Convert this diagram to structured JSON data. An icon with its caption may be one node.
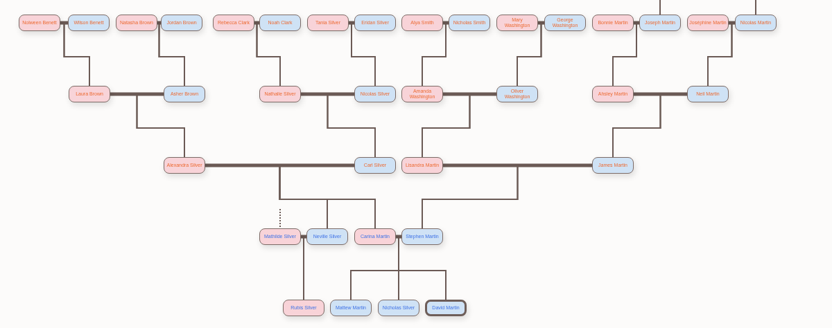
{
  "diagram": {
    "nodes": [
      {
        "text": [
          "Nolween Benett"
        ]
      },
      {
        "text": [
          "Wilson Benett"
        ]
      },
      {
        "text": [
          "Natasha Brown"
        ]
      },
      {
        "text": [
          "Jordan Brown"
        ]
      },
      {
        "text": [
          "Rebecca Clark"
        ]
      },
      {
        "text": [
          "Noah Clark"
        ]
      },
      {
        "text": [
          "Tania Silver"
        ]
      },
      {
        "text": [
          "Eridan Silver"
        ]
      },
      {
        "text": [
          "Alya Smith"
        ]
      },
      {
        "text": [
          "Nicholas Smith"
        ]
      },
      {
        "text": [
          "Mary Washington"
        ]
      },
      {
        "text": [
          "George Washington"
        ]
      },
      {
        "text": [
          "Bonnie Martin"
        ]
      },
      {
        "text": [
          "Joseph Martin"
        ]
      },
      {
        "text": [
          "Joséphine Martin"
        ]
      },
      {
        "text": [
          "Nicolas Martin"
        ]
      },
      {
        "text": [
          "Laura Brown"
        ]
      },
      {
        "text": [
          "Asher Brown"
        ]
      },
      {
        "text": [
          "Nathalie Silver"
        ]
      },
      {
        "text": [
          "Nicolas Silver"
        ]
      },
      {
        "text": [
          "Amanda Washington"
        ]
      },
      {
        "text": [
          "Oliver Washington"
        ]
      },
      {
        "text": [
          "Ahsley Martin"
        ]
      },
      {
        "text": [
          "Neil Martin"
        ]
      },
      {
        "text": [
          "Alexandra Silver"
        ]
      },
      {
        "text": [
          "Carl Silver"
        ]
      },
      {
        "text": [
          "Lisandra Martin"
        ]
      },
      {
        "text": [
          "James Martin"
        ]
      },
      {
        "text": [
          "Mathilde Silver"
        ]
      },
      {
        "text": [
          "Neville Silver"
        ]
      },
      {
        "text": [
          "Carina Martin"
        ]
      },
      {
        "text": [
          "Stephen Martin"
        ]
      },
      {
        "text": [
          "Rubis Silver"
        ]
      },
      {
        "text": [
          "Mattew Martin"
        ]
      },
      {
        "text": [
          "Nicholas Silver"
        ]
      },
      {
        "text": [
          "David Martin"
        ]
      }
    ],
    "edges": [
      {
        "from": 0,
        "to": 1,
        "arrow": "none",
        "style": "thick"
      },
      {
        "from": 2,
        "to": 3,
        "arrow": "none",
        "style": "thick"
      },
      {
        "from": 4,
        "to": 5,
        "arrow": "none",
        "style": "thick"
      },
      {
        "from": 6,
        "to": 7,
        "arrow": "none",
        "style": "thick"
      },
      {
        "from": 8,
        "to": 9,
        "arrow": "none",
        "style": "thick"
      },
      {
        "from": 10,
        "to": 11,
        "arrow": "none",
        "style": "thick"
      },
      {
        "from": 12,
        "to": 13,
        "arrow": "none",
        "style": "thick"
      },
      {
        "from": 14,
        "to": 15,
        "arrow": "none",
        "style": "thick"
      },
      {
        "from": 16,
        "to": 17,
        "arrow": "none",
        "style": "thick"
      },
      {
        "from": 18,
        "to": 19,
        "arrow": "none",
        "style": "thick"
      },
      {
        "from": 20,
        "to": 21,
        "arrow": "none",
        "style": "thick"
      },
      {
        "from": 22,
        "to": 23,
        "arrow": "none",
        "style": "thick"
      },
      {
        "from": 24,
        "to": 25,
        "arrow": "none",
        "style": "thick"
      },
      {
        "from": 26,
        "to": 27,
        "arrow": "none",
        "style": "thick"
      },
      {
        "from": 28,
        "to": 29,
        "arrow": "none",
        "style": "thick"
      },
      {
        "from": 30,
        "to": 31,
        "arrow": "none",
        "style": "thick"
      },
      {
        "from": 0,
        "to": 16,
        "arrow": "none"
      },
      {
        "from": 1,
        "to": 16,
        "arrow": "none"
      },
      {
        "from": 2,
        "to": 17,
        "arrow": "none"
      },
      {
        "from": 3,
        "to": 17,
        "arrow": "none"
      },
      {
        "from": 4,
        "to": 18,
        "arrow": "none"
      },
      {
        "from": 5,
        "to": 18,
        "arrow": "none"
      },
      {
        "from": 6,
        "to": 19,
        "arrow": "none"
      },
      {
        "from": 7,
        "to": 19,
        "arrow": "none"
      },
      {
        "from": 8,
        "to": 20,
        "arrow": "none"
      },
      {
        "from": 9,
        "to": 20,
        "arrow": "none"
      },
      {
        "from": 10,
        "to": 21,
        "arrow": "none"
      },
      {
        "from": 11,
        "to": 21,
        "arrow": "none"
      },
      {
        "from": 12,
        "to": 22,
        "arrow": "none"
      },
      {
        "from": 13,
        "to": 22,
        "arrow": "none"
      },
      {
        "from": 14,
        "to": 23,
        "arrow": "none"
      },
      {
        "from": 15,
        "to": 23,
        "arrow": "none"
      },
      {
        "from": 16,
        "to": 24,
        "arrow": "none"
      },
      {
        "from": 17,
        "to": 24,
        "arrow": "none"
      },
      {
        "from": 18,
        "to": 25,
        "arrow": "none"
      },
      {
        "from": 19,
        "to": 25,
        "arrow": "none"
      },
      {
        "from": 20,
        "to": 26,
        "arrow": "none"
      },
      {
        "from": 21,
        "to": 26,
        "arrow": "none"
      },
      {
        "from": 22,
        "to": 27,
        "arrow": "none"
      },
      {
        "from": 23,
        "to": 27,
        "arrow": "none"
      },
      {
        "from": 24,
        "to": 29,
        "arrow": "none"
      },
      {
        "from": 25,
        "to": 29,
        "arrow": "none"
      },
      {
        "from": 24,
        "to": 30,
        "arrow": "none"
      },
      {
        "from": 25,
        "to": 30,
        "arrow": "none"
      },
      {
        "from": 26,
        "to": 31,
        "arrow": "none"
      },
      {
        "from": 27,
        "to": 31,
        "arrow": "none"
      },
      {
        "from": 28,
        "to": 32,
        "arrow": "none"
      },
      {
        "from": 29,
        "to": 32,
        "arrow": "none"
      },
      {
        "from": 30,
        "to": 33,
        "arrow": "none"
      },
      {
        "from": 31,
        "to": 33,
        "arrow": "none"
      },
      {
        "from": 30,
        "to": 34,
        "arrow": "none"
      },
      {
        "from": 31,
        "to": 34,
        "arrow": "none"
      },
      {
        "from": 30,
        "to": 35,
        "arrow": "none"
      },
      {
        "from": 31,
        "to": 35,
        "arrow": "none"
      },
      {
        "from": null,
        "to": 13,
        "arrow": "none"
      },
      {
        "from": null,
        "to": 15,
        "arrow": "none"
      },
      {
        "from": null,
        "to": 28,
        "arrow": "none",
        "style": "dashed"
      }
    ]
  }
}
